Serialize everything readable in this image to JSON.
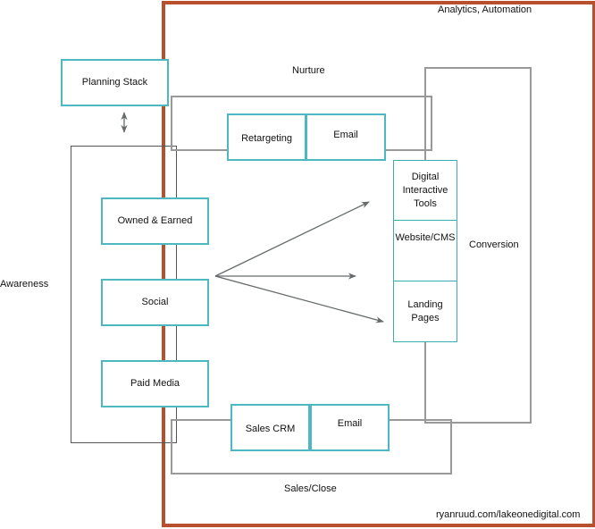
{
  "diagram": {
    "frame_label": "Analytics, Automation",
    "credit": "ryanruud.com/lakeonedigital.com",
    "colors": {
      "frame": "#b9502d",
      "node_border": "#4db8bf",
      "group_border": "#999999",
      "arrow": "#666a6a"
    },
    "stages": {
      "awareness": "Awareness",
      "nurture": "Nurture",
      "conversion": "Conversion",
      "sales_close": "Sales/Close"
    },
    "planning_stack": "Planning Stack",
    "awareness_nodes": [
      "Owned & Earned",
      "Social",
      "Paid Media"
    ],
    "nurture_nodes": [
      "Retargeting",
      "Email"
    ],
    "conversion_nodes": [
      "Digital Interactive Tools",
      "Website/CMS",
      "Landing Pages"
    ],
    "sales_nodes": [
      "Sales CRM",
      "Email"
    ],
    "connections": [
      {
        "from": "Social",
        "to": "Digital Interactive Tools",
        "type": "arrow"
      },
      {
        "from": "Social",
        "to": "Website/CMS",
        "type": "arrow"
      },
      {
        "from": "Social",
        "to": "Landing Pages",
        "type": "arrow"
      },
      {
        "from": "Planning Stack",
        "to": "Awareness",
        "type": "bidirectional-arrow"
      }
    ]
  }
}
